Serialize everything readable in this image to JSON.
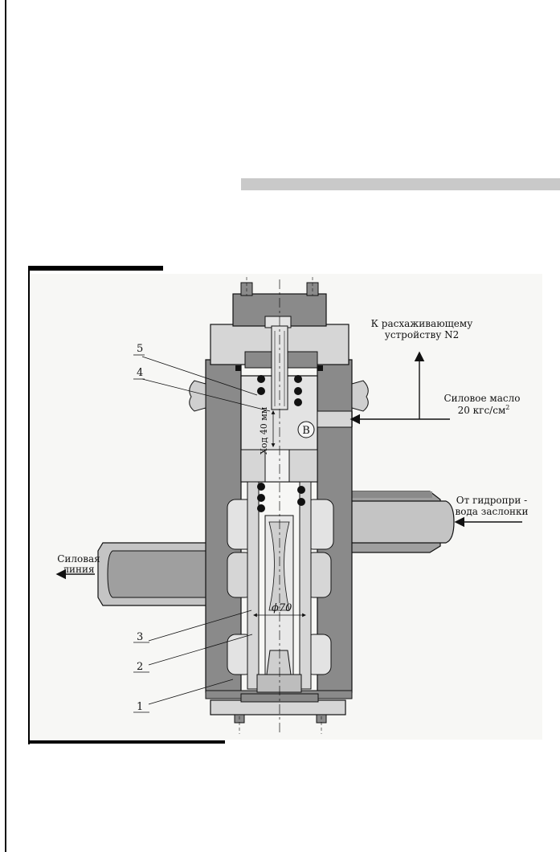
{
  "labels": {
    "top_right_line1": "К расхаживающему",
    "top_right_line2": "устройству N2",
    "oil_line1": "Силовое масло",
    "oil_line2_value": "20 кгс/см",
    "oil_line2_sup": "2",
    "right_pipe_line1": "От гидропри -",
    "right_pipe_line2": "вода заслонки",
    "left_pipe_line1": "Силовая",
    "left_pipe_line2": "линия",
    "stroke_label": "Ход 40 мм",
    "chamber_letter": "В",
    "diameter_label": "ϕ70"
  },
  "callouts": [
    "5",
    "4",
    "3",
    "2",
    "1"
  ],
  "colors": {
    "body_dark": "#8a8a8a",
    "cap_light": "#d6d6d6",
    "pipe_light": "#c4c4c4",
    "pipe_mid": "#9f9f9f",
    "inner_light": "#e3e3e3",
    "line": "#111111"
  }
}
